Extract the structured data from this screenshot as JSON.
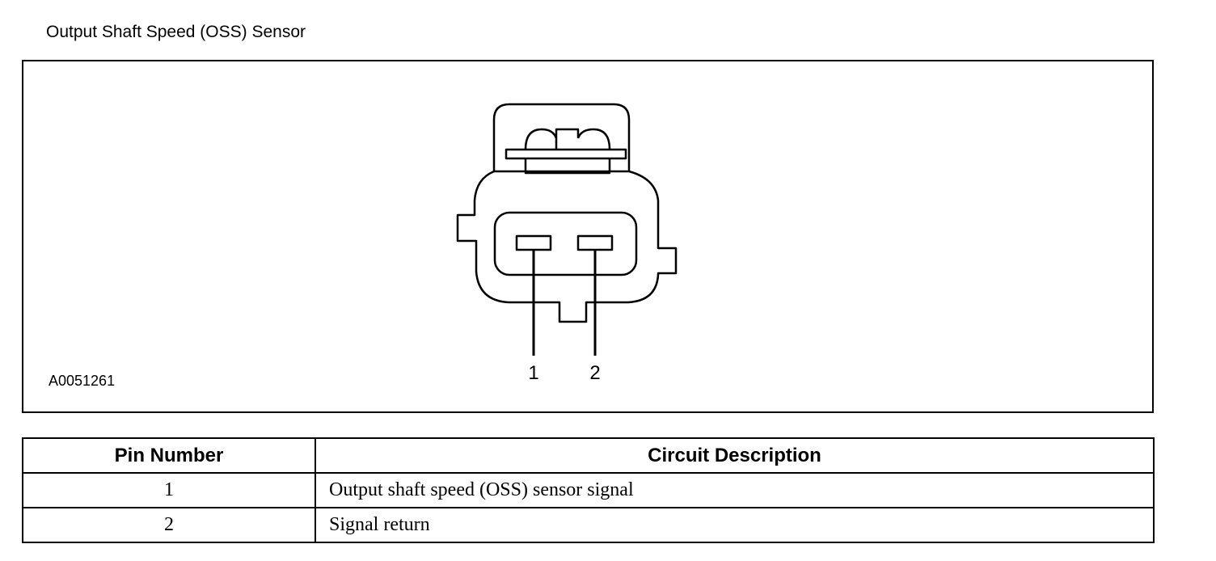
{
  "title": "Output Shaft Speed (OSS) Sensor",
  "figure": {
    "id_label": "A0051261",
    "pin_labels": [
      "1",
      "2"
    ]
  },
  "table": {
    "headers": {
      "pin": "Pin Number",
      "description": "Circuit Description"
    },
    "rows": [
      {
        "pin": "1",
        "description": "Output shaft speed (OSS) sensor signal"
      },
      {
        "pin": "2",
        "description": "Signal return"
      }
    ]
  }
}
